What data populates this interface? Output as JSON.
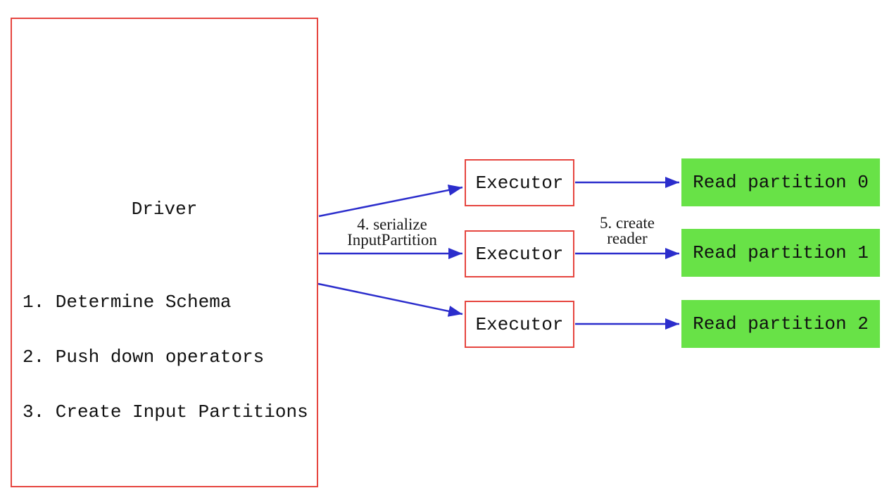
{
  "diagram": {
    "driver": {
      "title": "Driver",
      "steps": [
        "1. Determine Schema",
        "2. Push down operators",
        "3. Create Input Partitions"
      ]
    },
    "executors": [
      {
        "label": "Executor"
      },
      {
        "label": "Executor"
      },
      {
        "label": "Executor"
      }
    ],
    "partitions": [
      {
        "label": "Read partition 0"
      },
      {
        "label": "Read partition 1"
      },
      {
        "label": "Read partition 2"
      }
    ],
    "edge_labels": {
      "serialize": {
        "line1": "4. serialize",
        "line2": "InputPartition"
      },
      "create_reader": {
        "line1": "5. create",
        "line2": "reader"
      }
    },
    "colors": {
      "node_border_red": "#e6453f",
      "arrow_blue": "#2b2dcc",
      "partition_green": "#68e247",
      "text_black": "#111111",
      "background": "#ffffff"
    }
  }
}
